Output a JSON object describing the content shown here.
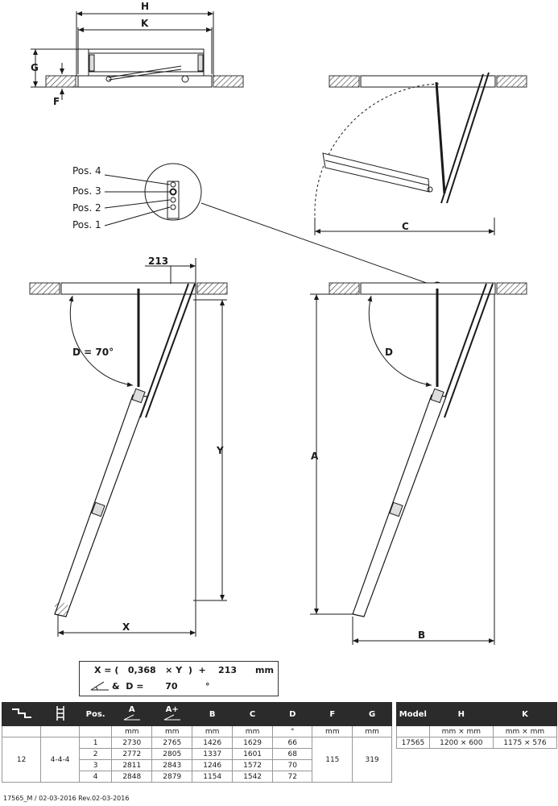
{
  "labels": {
    "H": "H",
    "K": "K",
    "G": "G",
    "F": "F",
    "C": "C",
    "dim_213": "213",
    "D70": "D = 70°",
    "Y": "Y",
    "X": "X",
    "D": "D",
    "A": "A",
    "B": "B",
    "pos4": "Pos. 4",
    "pos3": "Pos. 3",
    "pos2": "Pos. 2",
    "pos1": "Pos. 1"
  },
  "formula": {
    "line1": "X = (   0,368   × Y  )  +    213      mm",
    "line2": "&  D =       70         °"
  },
  "table1": {
    "headers": [
      "",
      "",
      "Pos.",
      "A",
      "A+",
      "B",
      "C",
      "D",
      "F",
      "G"
    ],
    "units": [
      "",
      "",
      "",
      "mm",
      "mm",
      "mm",
      "mm",
      "°",
      "mm",
      "mm"
    ],
    "steps": "12",
    "sections": "4-4-4",
    "F": "115",
    "G": "319",
    "rows": [
      {
        "pos": "1",
        "A": "2730",
        "Aplus": "2765",
        "B": "1426",
        "C": "1629",
        "D": "66"
      },
      {
        "pos": "2",
        "A": "2772",
        "Aplus": "2805",
        "B": "1337",
        "C": "1601",
        "D": "68"
      },
      {
        "pos": "3",
        "A": "2811",
        "Aplus": "2843",
        "B": "1246",
        "C": "1572",
        "D": "70"
      },
      {
        "pos": "4",
        "A": "2848",
        "Aplus": "2879",
        "B": "1154",
        "C": "1542",
        "D": "72"
      }
    ]
  },
  "table2": {
    "headers": [
      "Model",
      "H",
      "K"
    ],
    "units": [
      "",
      "mm × mm",
      "mm × mm"
    ],
    "row": {
      "model": "17565",
      "H": "1200  × 600",
      "K": "1175  × 576"
    }
  },
  "footer": "17565_M / 02-03-2016 Rev.02-03-2016"
}
